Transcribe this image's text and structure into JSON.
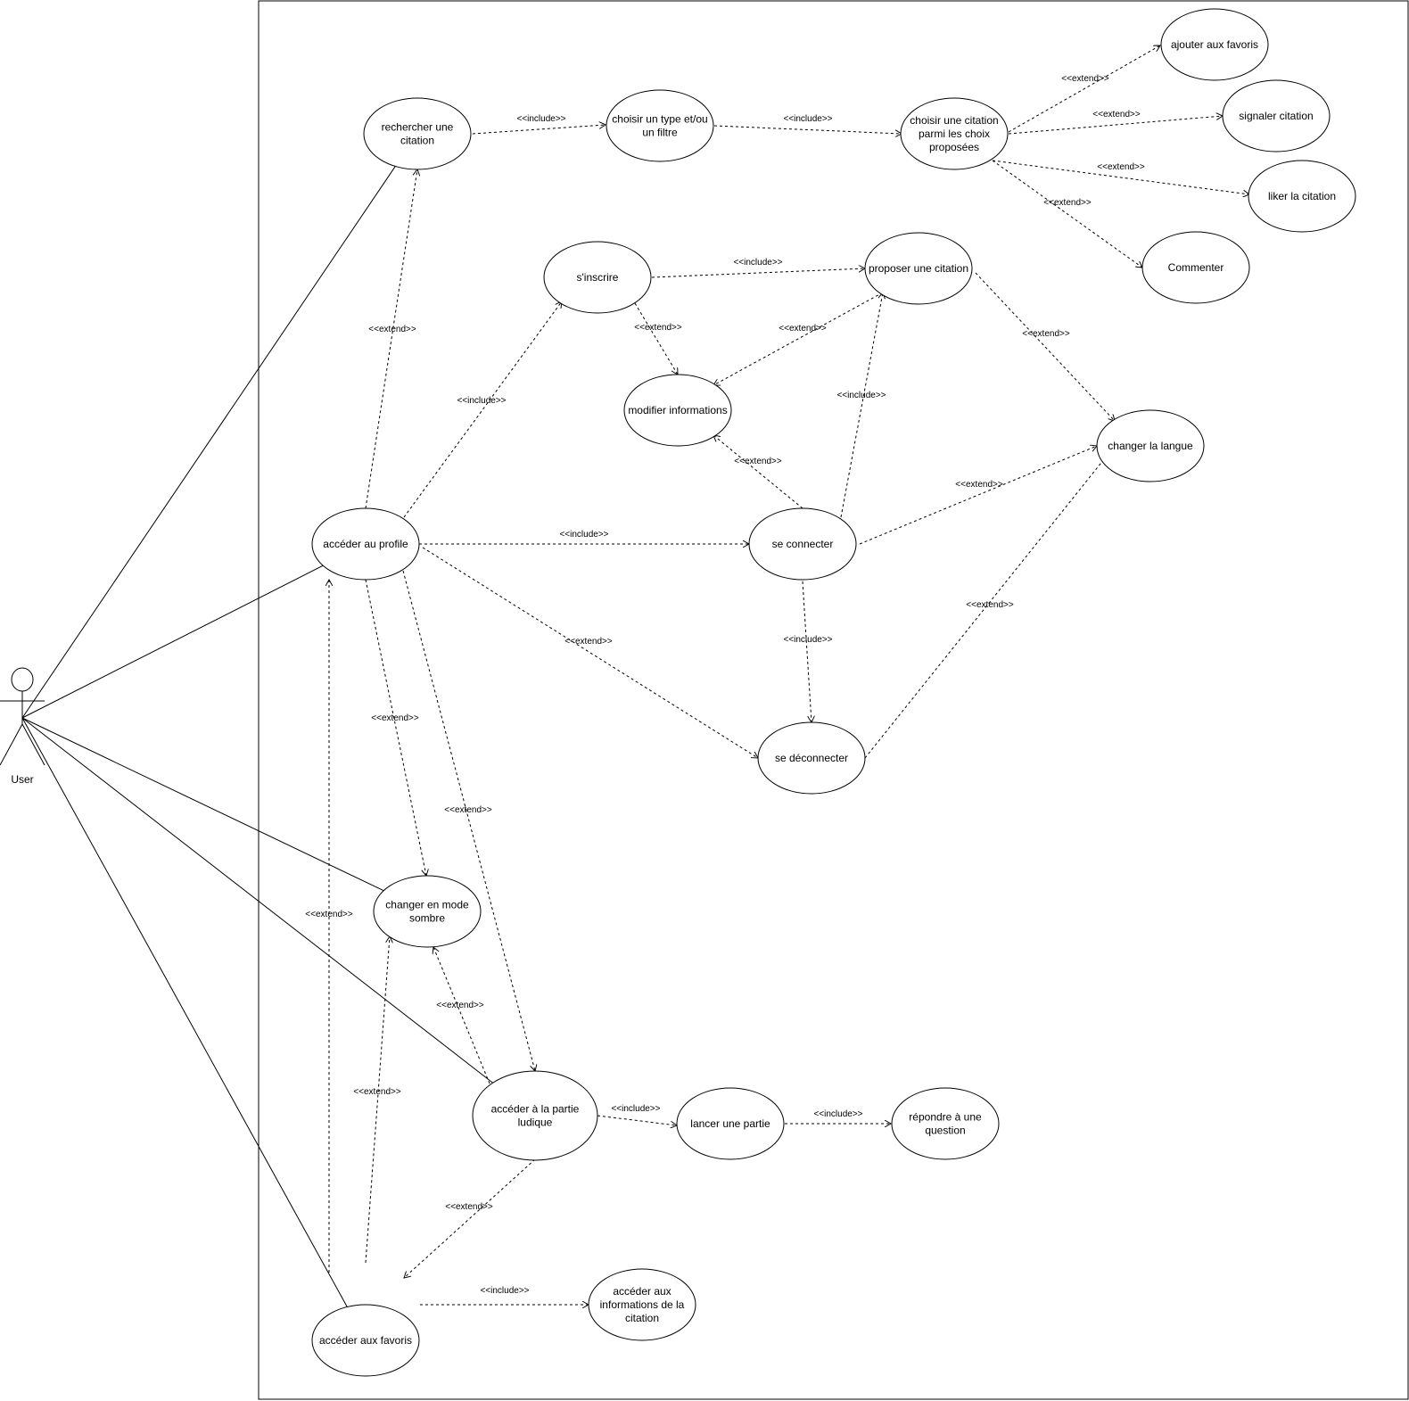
{
  "actor": {
    "name": "User",
    "icon": "stick-figure-actor-icon"
  },
  "use_cases": [
    {
      "id": "rechercher",
      "label": [
        "rechercher une",
        "citation"
      ]
    },
    {
      "id": "choisir-type",
      "label": [
        "choisir un type et/ou",
        "un filtre"
      ]
    },
    {
      "id": "choisir-citation",
      "label": [
        "choisir une citation",
        "parmi les choix",
        "proposées"
      ]
    },
    {
      "id": "ajouter-favoris",
      "label": [
        "ajouter aux favoris"
      ]
    },
    {
      "id": "signaler",
      "label": [
        "signaler citation"
      ]
    },
    {
      "id": "liker",
      "label": [
        "liker la citation"
      ]
    },
    {
      "id": "commenter",
      "label": [
        "Commenter"
      ]
    },
    {
      "id": "inscrire",
      "label": [
        "s'inscrire"
      ]
    },
    {
      "id": "proposer",
      "label": [
        "proposer une citation"
      ]
    },
    {
      "id": "modifier",
      "label": [
        "modifier informations"
      ]
    },
    {
      "id": "langue",
      "label": [
        "changer la langue"
      ]
    },
    {
      "id": "profile",
      "label": [
        "accéder au profile"
      ]
    },
    {
      "id": "connecter",
      "label": [
        "se connecter"
      ]
    },
    {
      "id": "deconnecter",
      "label": [
        "se déconnecter"
      ]
    },
    {
      "id": "sombre",
      "label": [
        "changer en mode",
        "sombre"
      ]
    },
    {
      "id": "ludique",
      "label": [
        "accéder à la partie",
        "ludique"
      ]
    },
    {
      "id": "lancer",
      "label": [
        "lancer une partie"
      ]
    },
    {
      "id": "repondre",
      "label": [
        "répondre à une",
        "question"
      ]
    },
    {
      "id": "favoris",
      "label": [
        "accéder aux favoris"
      ]
    },
    {
      "id": "infos",
      "label": [
        "accéder aux",
        "informations de la",
        "citation"
      ]
    }
  ],
  "associations": [
    "rechercher",
    "profile",
    "sombre",
    "ludique",
    "favoris"
  ],
  "relations": [
    {
      "from": "rechercher",
      "to": "choisir-type",
      "label": "<<include>>"
    },
    {
      "from": "choisir-type",
      "to": "choisir-citation",
      "label": "<<include>>"
    },
    {
      "from": "choisir-citation",
      "to": "ajouter-favoris",
      "label": "<<extend>>"
    },
    {
      "from": "choisir-citation",
      "to": "signaler",
      "label": "<<extend>>"
    },
    {
      "from": "choisir-citation",
      "to": "liker",
      "label": "<<extend>>"
    },
    {
      "from": "choisir-citation",
      "to": "commenter",
      "label": "<<extend>>"
    },
    {
      "from": "inscrire",
      "to": "proposer",
      "label": "<<include>>"
    },
    {
      "from": "inscrire",
      "to": "modifier",
      "label": "<<extend>>"
    },
    {
      "from": "proposer",
      "to": "modifier",
      "label": "<<extend>>"
    },
    {
      "from": "proposer",
      "to": "langue",
      "label": "<<extend>>"
    },
    {
      "from": "connecter",
      "to": "proposer",
      "label": "<<include>>"
    },
    {
      "from": "connecter",
      "to": "modifier",
      "label": "<<extend>>"
    },
    {
      "from": "connecter",
      "to": "langue",
      "label": "<<extend>>"
    },
    {
      "from": "connecter",
      "to": "deconnecter",
      "label": "<<include>>"
    },
    {
      "from": "deconnecter",
      "to": "langue",
      "label": "<<extend>>"
    },
    {
      "from": "profile",
      "to": "rechercher",
      "label": "<<extend>>"
    },
    {
      "from": "profile",
      "to": "inscrire",
      "label": "<<include>>"
    },
    {
      "from": "profile",
      "to": "connecter",
      "label": "<<include>>"
    },
    {
      "from": "profile",
      "to": "deconnecter",
      "label": "<<extend>>"
    },
    {
      "from": "profile",
      "to": "sombre",
      "label": "<<extend>>"
    },
    {
      "from": "profile",
      "to": "ludique",
      "label": "<<extend>>"
    },
    {
      "from": "favoris",
      "to": "profile",
      "label": "<<extend>>"
    },
    {
      "from": "favoris",
      "to": "sombre",
      "label": "<<extend>>"
    },
    {
      "from": "ludique",
      "to": "sombre",
      "label": "<<extend>>"
    },
    {
      "from": "ludique",
      "to": "favoris",
      "label": "<<extend>>"
    },
    {
      "from": "ludique",
      "to": "lancer",
      "label": "<<include>>"
    },
    {
      "from": "lancer",
      "to": "repondre",
      "label": "<<include>>"
    },
    {
      "from": "favoris",
      "to": "infos",
      "label": "<<include>>"
    }
  ]
}
